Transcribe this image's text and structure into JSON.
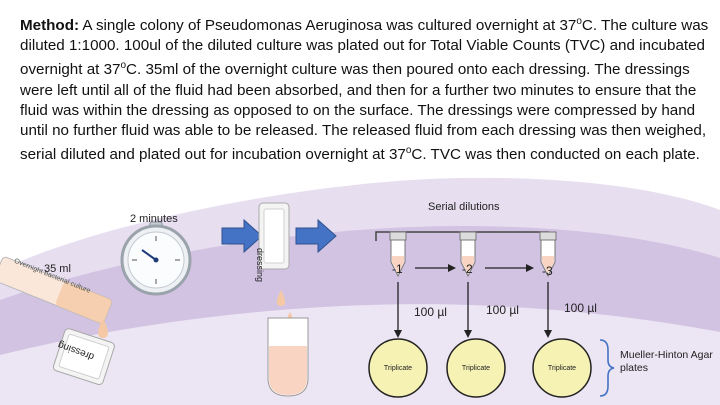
{
  "method": {
    "heading": "Method:",
    "body_1": " A single colony of Pseudomonas Aeruginosa was cultured overnight at 37",
    "sup_1": "o",
    "body_2": "C. The culture was diluted 1:1000. 100ul of the diluted culture was plated out for Total Viable Counts (TVC) and incubated overnight at 37",
    "sup_2": "o",
    "body_3": "C. 35ml of the overnight culture was then poured onto each dressing. The dressings were left until all of the fluid had been absorbed, and then for a further two minutes to ensure that the fluid was within the dressing as opposed to on the surface.  The dressings were compressed by hand until no further fluid was able to be released. The released fluid from each dressing was then weighed, serial diluted and plated out for incubation overnight at 37",
    "sup_3": "o",
    "body_4": "C. TVC was then conducted on each plate."
  },
  "diagram": {
    "two_minutes": "2 minutes",
    "serial_dilutions": "Serial dilutions",
    "dressing_label": "dressing",
    "dressing_label_2": "dressing",
    "cylinder_volume": "35 ml",
    "cylinder_text": "Overnight bacterial culture",
    "tubes": [
      "-1",
      "-2",
      "-3"
    ],
    "volumes": [
      "100 µl",
      "100 µl",
      "100 µl"
    ],
    "plate_label": "Triplicate",
    "agar_label": "Mueller-Hinton Agar plates"
  },
  "colors": {
    "background_wave": "#d8cbe6",
    "background_wave_light": "#ebe4f2",
    "arrow_blue": "#4472c4",
    "arrow_border": "#2f528f",
    "plate_fill": "#f6f2b4",
    "droplet": "#f5c9a5",
    "tube_fill": "#f9d4c2"
  }
}
